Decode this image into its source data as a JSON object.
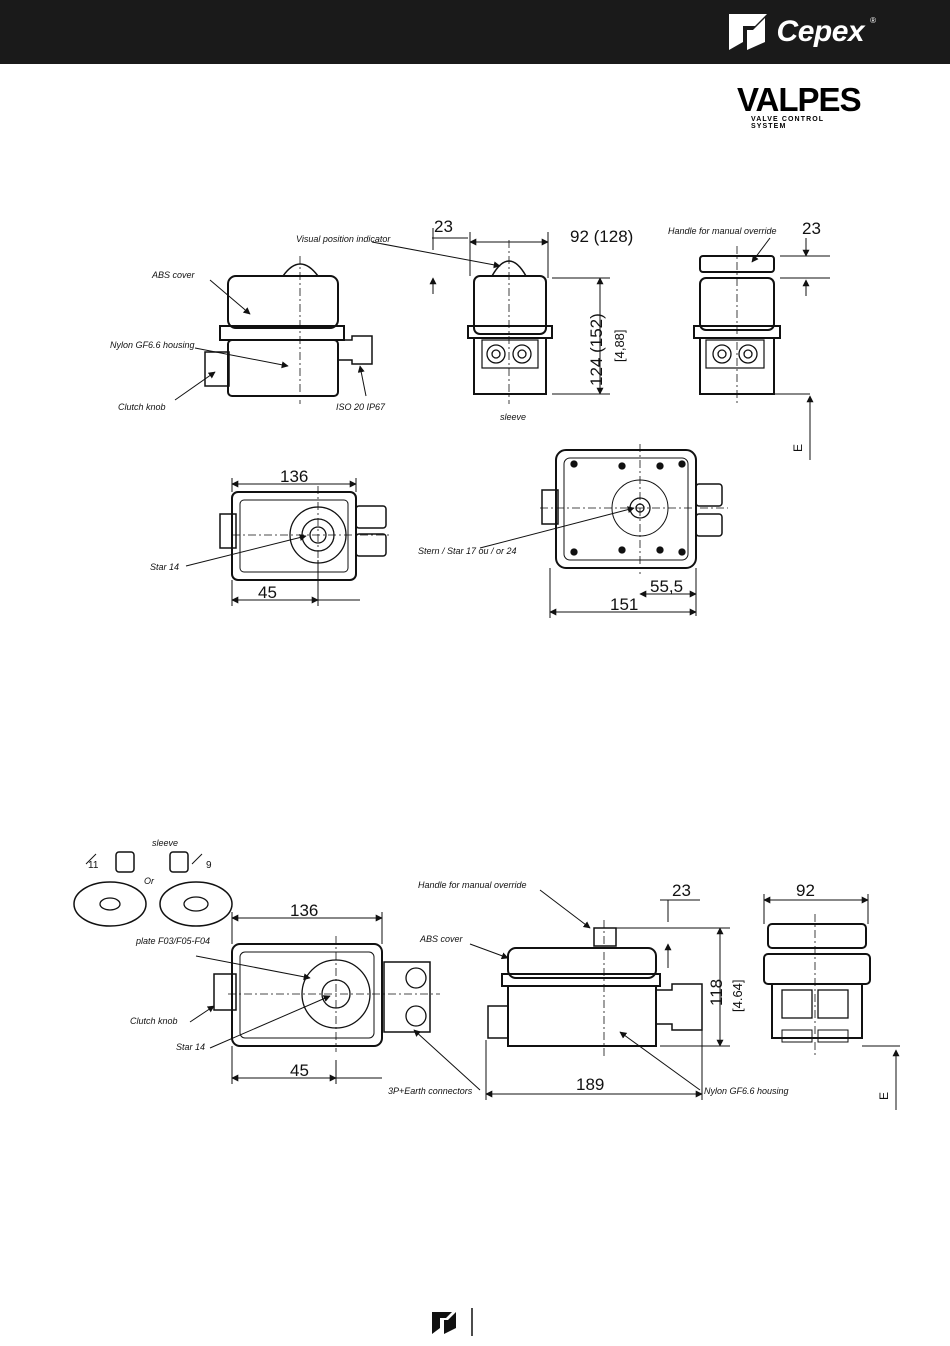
{
  "header": {
    "brand": "Cepex",
    "brand_reg": "®",
    "brand_icon": "cepex-logo-mark",
    "sub_brand": "VALPES",
    "sub_brand_tagline": "VALVE CONTROL SYSTEM"
  },
  "drawing1": {
    "labels": {
      "visual_indicator": "Visual position indicator",
      "abs_cover": "ABS cover",
      "nylon_housing": "Nylon GF6.6 housing",
      "clutch_knob": "Clutch knob",
      "iso": "ISO 20 IP67",
      "sleeve": "sleeve",
      "handle_override": "Handle for manual override",
      "star14": "Star 14",
      "stern_star": "Stern / Star 17 ou / or 24",
      "earth": "E"
    },
    "dimensions": {
      "top_23_left": "23",
      "width_92": "92 (128)",
      "top_23_right": "23",
      "height_124": "124 (152)",
      "height_in": "[4,88]",
      "w136": "136",
      "w45": "45",
      "w55": "55,5",
      "w151": "151"
    }
  },
  "drawing2": {
    "labels": {
      "sleeve": "sleeve",
      "size11": "11",
      "size9": "9",
      "or": "Or",
      "plate": "plate F03/F05-F04",
      "clutch_knob": "Clutch knob",
      "star14": "Star 14",
      "connectors": "3P+Earth connectors",
      "handle_override": "Handle for manual override",
      "abs_cover": "ABS cover",
      "nylon_housing": "Nylon GF6.6 housing",
      "earth": "E"
    },
    "dimensions": {
      "w136": "136",
      "w45": "45",
      "top23": "23",
      "h118": "118",
      "h_in": "[4.64]",
      "w189": "189",
      "w92": "92"
    }
  },
  "footer": {
    "icon": "cepex-logo-mark"
  }
}
